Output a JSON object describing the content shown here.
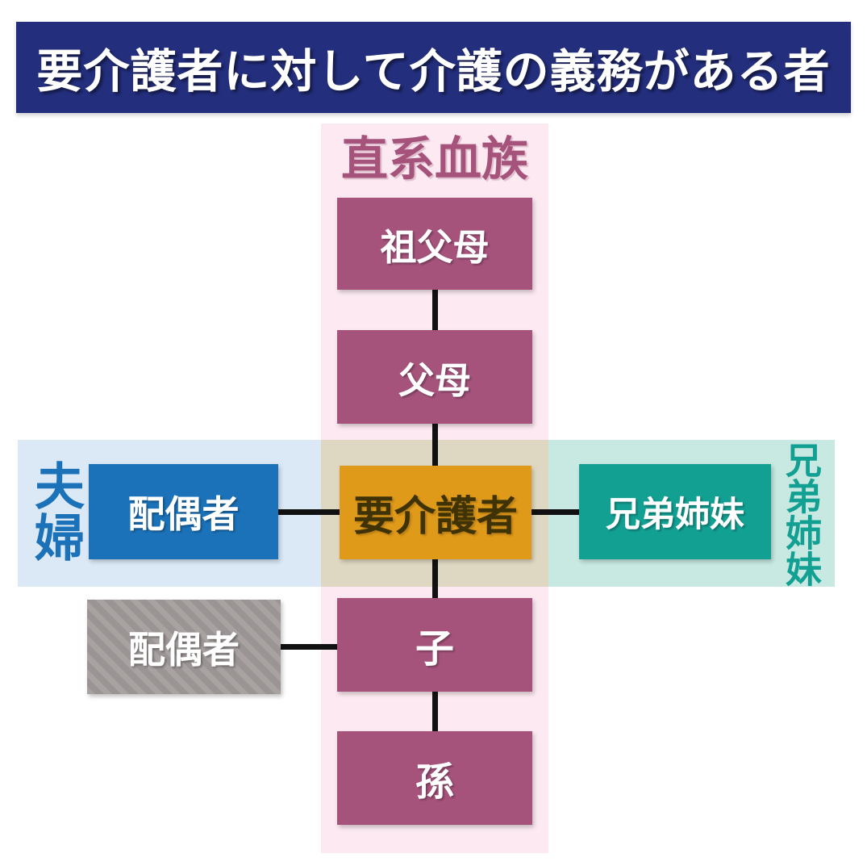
{
  "title": {
    "text": "要介護者に対して介護の義務がある者"
  },
  "bands": {
    "direct_line_label": "直系血族",
    "couple_label": "夫婦",
    "siblings_label": "兄弟姉妹"
  },
  "nodes": {
    "grandparents": {
      "label": "祖父母"
    },
    "parents": {
      "label": "父母"
    },
    "care_recipient": {
      "label": "要介護者"
    },
    "spouse": {
      "label": "配偶者"
    },
    "siblings": {
      "label": "兄弟姉妹"
    },
    "child_spouse": {
      "label": "配偶者"
    },
    "child": {
      "label": "子"
    },
    "grandchild": {
      "label": "孫"
    }
  },
  "colors": {
    "title_bg": "#232e7d",
    "title_text": "#ffffff",
    "direct_line_band": "#fce9f1",
    "direct_line_text": "#a6537c",
    "rose_box": "#a6537c",
    "care_recipient_box": "#e09a1a",
    "care_recipient_text": "#3f3305",
    "couple_band": "#dbe8f5",
    "couple_text": "#1b72b9",
    "spouse_box": "#1b72b9",
    "siblings_band": "#c8e8e2",
    "siblings_text": "#12a093",
    "siblings_box": "#12a093",
    "overlap_band": "#ded8c3",
    "child_spouse_box": "#9b9494",
    "child_spouse_stripe": "#a8a2a1",
    "connector": "#111111"
  }
}
